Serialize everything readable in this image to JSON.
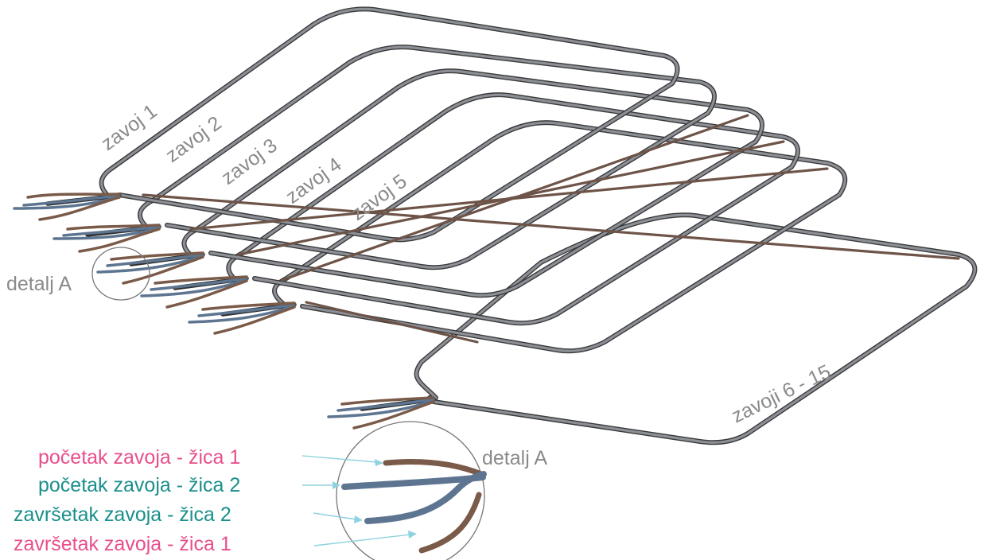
{
  "labels": {
    "turn1": "zavoj 1",
    "turn2": "zavoj 2",
    "turn3": "zavoj 3",
    "turn4": "zavoj 4",
    "turn5": "zavoj 5",
    "turns6_15": "zavoji 6 -  15",
    "detail_a_top": "detalj A",
    "detail_a_bottom": "detalj A"
  },
  "legend": {
    "start_wire1": "početak  zavoja - žica 1",
    "start_wire2": "početak  zavoja - žica 2",
    "end_wire2": "završetak zavoja - žica 2",
    "end_wire1": "završetak zavoja - žica 1"
  },
  "colors": {
    "label_gray": "#8a8a8a",
    "wire1_pink": "#e84f8c",
    "wire2_teal": "#1a8f8c",
    "arrow": "#8fd2df"
  }
}
